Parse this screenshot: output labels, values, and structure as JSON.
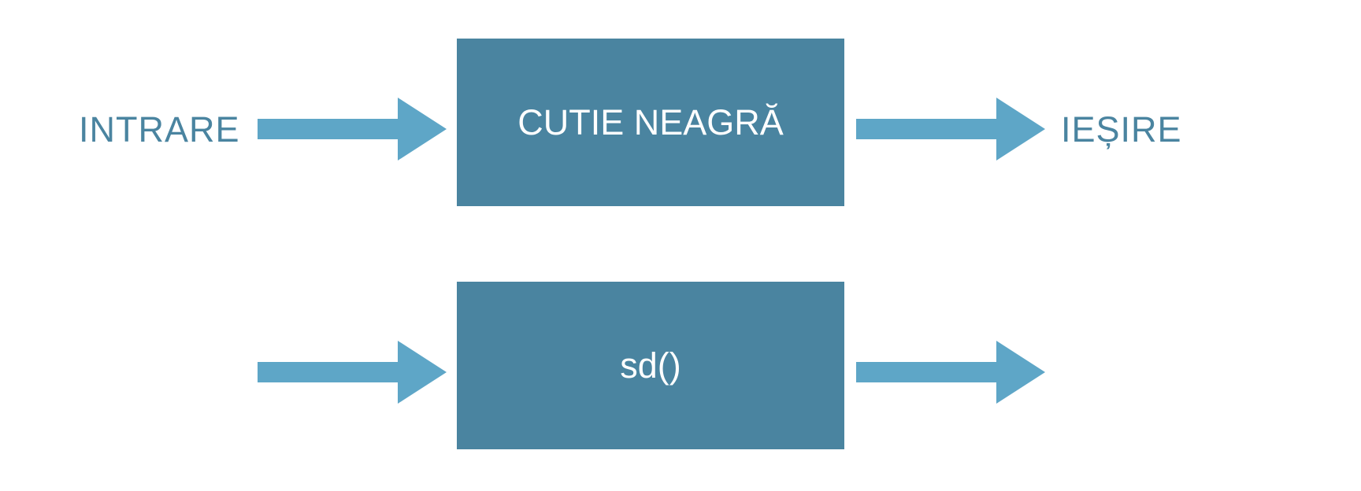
{
  "colors": {
    "box": "#4a84a0",
    "arrow": "#5ea6c7",
    "label": "#4a84a0",
    "box_text": "#ffffff",
    "background": "#ffffff"
  },
  "rows": [
    {
      "input_label": "INTRARE",
      "box_label": "CUTIE NEAGRĂ",
      "output_label": "IEȘIRE"
    },
    {
      "input_label": "",
      "box_label": "sd()",
      "output_label": ""
    }
  ],
  "icons": [
    "arrow-right-icon"
  ]
}
